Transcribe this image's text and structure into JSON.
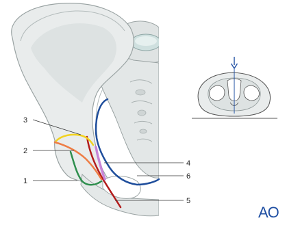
{
  "labels": {
    "l1": "1",
    "l2": "2",
    "l3": "3",
    "l4": "4",
    "l5": "5",
    "l6": "6"
  },
  "logo": "AO",
  "colors": {
    "bone_fill": "#e9ecec",
    "bone_shade": "#d4d9d9",
    "bone_outline": "#9aa3a3",
    "line_1": "#2f8f4e",
    "line_2": "#ee7d45",
    "line_3": "#f2d21f",
    "line_4": "#c77bd6",
    "line_5": "#b31b1b",
    "line_6": "#1f4e9c",
    "arrow": "#1f4fa3",
    "logo": "#1f4fa3"
  }
}
